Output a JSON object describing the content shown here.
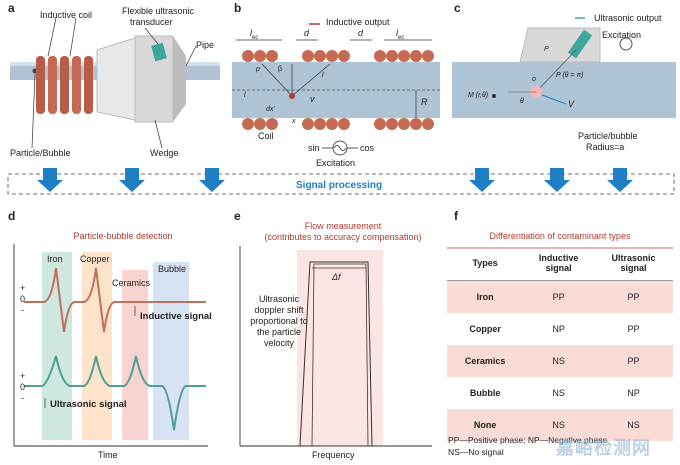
{
  "panels": {
    "a": {
      "letter": "a",
      "labels": {
        "inductive_coil": "Inductive coil",
        "transducer_line1": "Flexible ultrasonic",
        "transducer_line2": "transducer",
        "pipe": "Pipe",
        "particle_bubble": "Particle/Bubble",
        "wedge": "Wedge"
      }
    },
    "b": {
      "letter": "b",
      "labels": {
        "inductive_output": "Inductive output",
        "lec_left": "l",
        "lec_right": "l",
        "lec_sub": "ec",
        "d_left": "d",
        "d_right": "d",
        "coil": "Coil",
        "sin": "sin",
        "cos": "cos",
        "excitation": "Excitation",
        "R": "R",
        "p1": "p",
        "beta": "β",
        "v": "v",
        "lb": "l",
        "lc": "l",
        "dx": "dx'",
        "x": "x"
      }
    },
    "c": {
      "letter": "c",
      "labels": {
        "ultrasonic_output": "Ultrasonic output",
        "excitation": "Excitation",
        "Pt": "P",
        "Ps": "P (θ = π)",
        "M": "M (r,θ)",
        "o": "o",
        "theta": "θ",
        "V": "V",
        "radius_line1": "Particle/bubble",
        "radius_line2": "Radius=a"
      }
    },
    "d": {
      "letter": "d",
      "title": "Particle-bubble detection",
      "bands": [
        "Iron",
        "Copper",
        "Ceramics",
        "Bubble"
      ],
      "axis_marks": [
        "+",
        "0",
        "-"
      ],
      "inductive_signal": "Inductive signal",
      "ultrasonic_signal": "Ultrasonic signal",
      "xlabel": "Time",
      "colors": {
        "iron": "#cfe8df",
        "copper": "#fde3c9",
        "ceramics": "#f9d3d0",
        "bubble": "#d7e2f2",
        "inductive_curve": "#c0705f",
        "ultrasonic_curve": "#4f9e95"
      }
    },
    "e": {
      "letter": "e",
      "title_line1": "Flow measurement",
      "title_line2": "(contributes to accuracy compensation)",
      "delta_f": "Δf",
      "text_lines": [
        "Ultrasonic",
        "doppler shift",
        "proportional to",
        "the particle",
        "velocity"
      ],
      "xlabel": "Frequency"
    },
    "f": {
      "letter": "f",
      "title": "Differentiation of contaminant types",
      "headers": [
        "Types",
        "Inductive\nsignal",
        "Ultrasonic\nsignal"
      ],
      "rows": [
        {
          "type": "Iron",
          "inductive": "PP",
          "ultrasonic": "PP"
        },
        {
          "type": "Copper",
          "inductive": "NP",
          "ultrasonic": "PP"
        },
        {
          "type": "Ceramics",
          "inductive": "NS",
          "ultrasonic": "PP"
        },
        {
          "type": "Bubble",
          "inductive": "NS",
          "ultrasonic": "NP"
        },
        {
          "type": "None",
          "inductive": "NS",
          "ultrasonic": "NS"
        }
      ],
      "legend_line1": "PP—Positive phase; NP—Negative phase",
      "legend_line2": "NS—No signal"
    }
  },
  "signal_processing": "Signal processing",
  "watermark": "嘉峪检测网",
  "colors": {
    "coil": "#b85c45",
    "pipe": "#aec3d4",
    "arrow_blue": "#1f7fc4",
    "title_red": "#b03a2e",
    "transducer": "#3fa69a"
  }
}
